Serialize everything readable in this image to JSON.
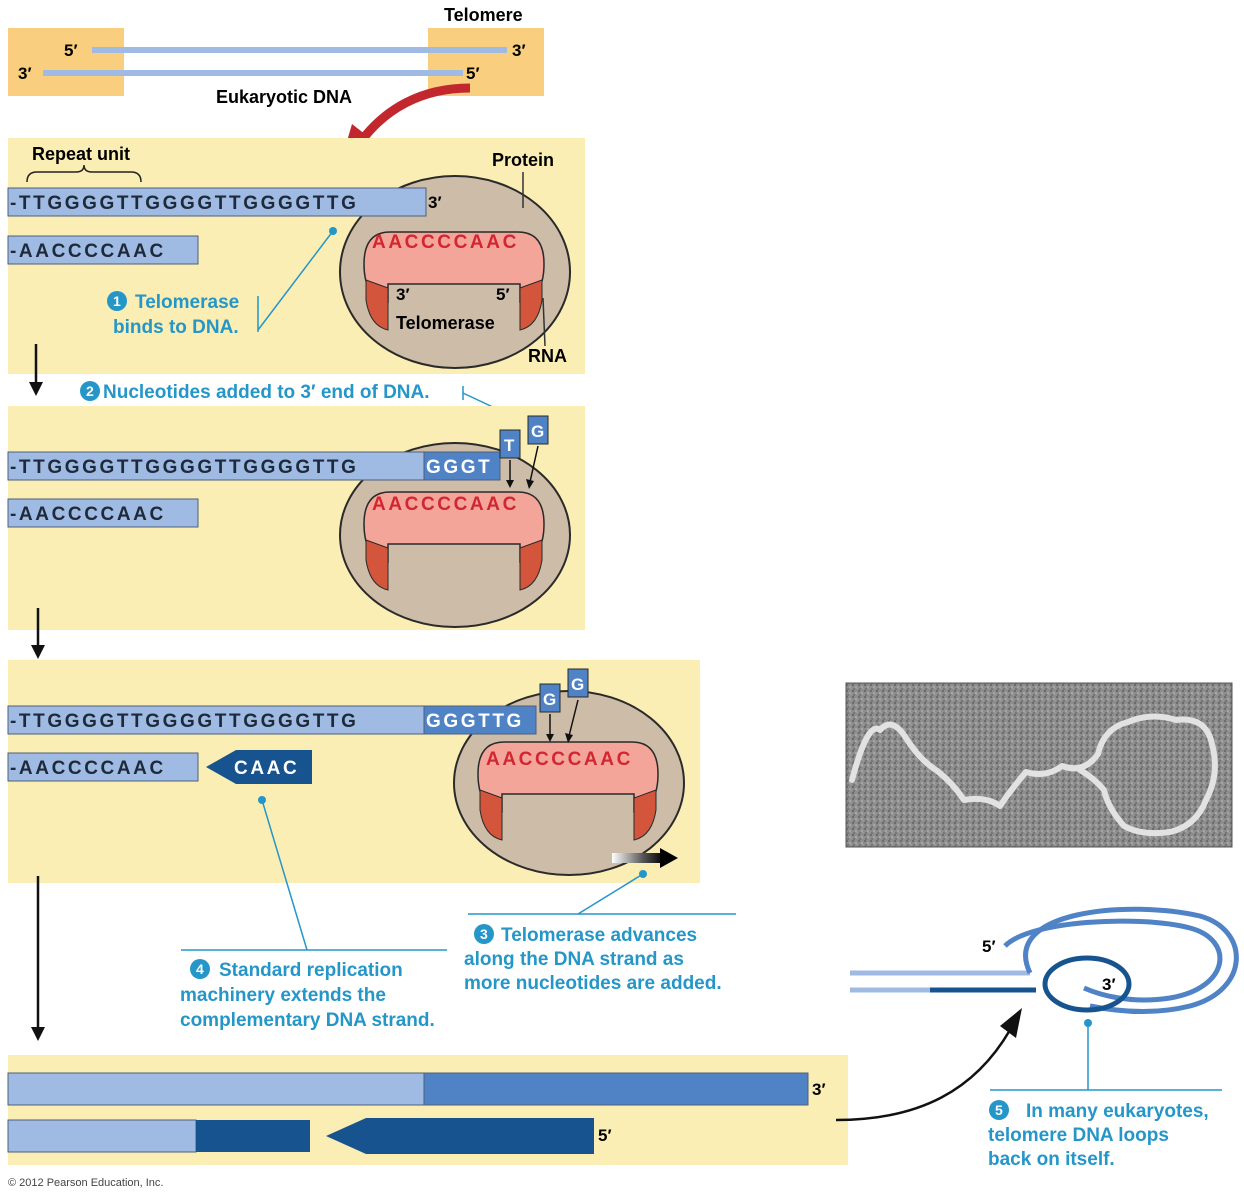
{
  "top": {
    "telomere_label": "Telomere",
    "dna_label": "Eukaryotic DNA",
    "five_prime": "5′",
    "three_prime": "3′"
  },
  "panel1": {
    "repeat_unit": "Repeat unit",
    "protein": "Protein",
    "top_strand": "-TTGGGGTTGGGGTTGGGGTTG",
    "top_end": "3′",
    "bottom_strand": "-AACCCCAAC",
    "rna_template": "AACCCCAAC",
    "rna_left": "3′",
    "rna_right": "5′",
    "enzyme": "Telomerase",
    "rna": "RNA",
    "step1_num": "1",
    "step1_line1": "Telomerase",
    "step1_line2": "binds to DNA."
  },
  "step2": {
    "num": "2",
    "text": "Nucleotides added to 3′ end of DNA."
  },
  "panel2": {
    "top_strand": "-TTGGGGTTGGGGTTGGGGTTG",
    "new_bases": "GGGT",
    "bottom_strand": "-AACCCCAAC",
    "rna_template": "AACCCCAAC",
    "incoming_1": "T",
    "incoming_2": "G"
  },
  "panel3": {
    "top_strand": "-TTGGGGTTGGGGTTGGGGTTG",
    "new_bases": "GGGTTG",
    "bottom_strand": "-AACCCCAAC",
    "primer": "CAAC",
    "rna_template": "AACCCCAAC",
    "incoming_1": "G",
    "incoming_2": "G"
  },
  "step3": {
    "num": "3",
    "line1": "Telomerase advances",
    "line2": "along the DNA strand as",
    "line3": "more nucleotides are added."
  },
  "step4": {
    "num": "4",
    "line1": "Standard replication",
    "line2": "machinery extends the",
    "line3": "complementary DNA strand."
  },
  "panel4": {
    "three_prime": "3′",
    "five_prime": "5′"
  },
  "loop": {
    "five_prime": "5′",
    "three_prime": "3′"
  },
  "step5": {
    "num": "5",
    "line1": "In many eukaryotes,",
    "line2": "telomere DNA loops",
    "line3": "back on itself."
  },
  "copyright": "© 2012 Pearson Education, Inc.",
  "colors": {
    "panel_bg": "#fbeeb4",
    "telomere_box": "#f9cf7f",
    "strand_light": "#9fbbe4",
    "strand_mid": "#4f83c6",
    "strand_dark": "#17548f",
    "rna_red": "#d22630",
    "enzyme_body": "#cdbca8",
    "callout_blue": "#2596c8"
  }
}
